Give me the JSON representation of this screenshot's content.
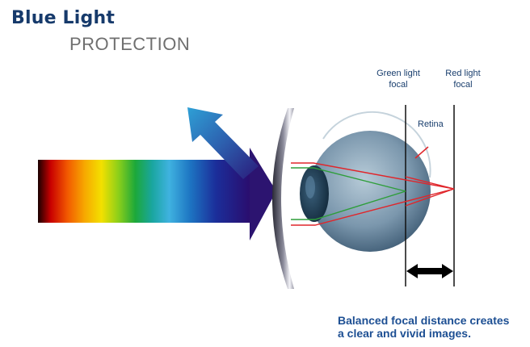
{
  "header": {
    "title": "Blue Light",
    "subtitle": "PROTECTION"
  },
  "labels": {
    "green_focal": "Green light\nfocal",
    "red_focal": "Red light\nfocal",
    "retina": "Retina"
  },
  "caption": {
    "line1": "Balanced focal distance creates",
    "line2": "a clear and vivid images."
  },
  "colors": {
    "title": "#163a6b",
    "subtitle": "#6f6f6f",
    "caption": "#1d4f93",
    "green_ray": "#2e9e3a",
    "red_ray": "#e0262b",
    "blue_arrow": "#2a7fbf"
  }
}
